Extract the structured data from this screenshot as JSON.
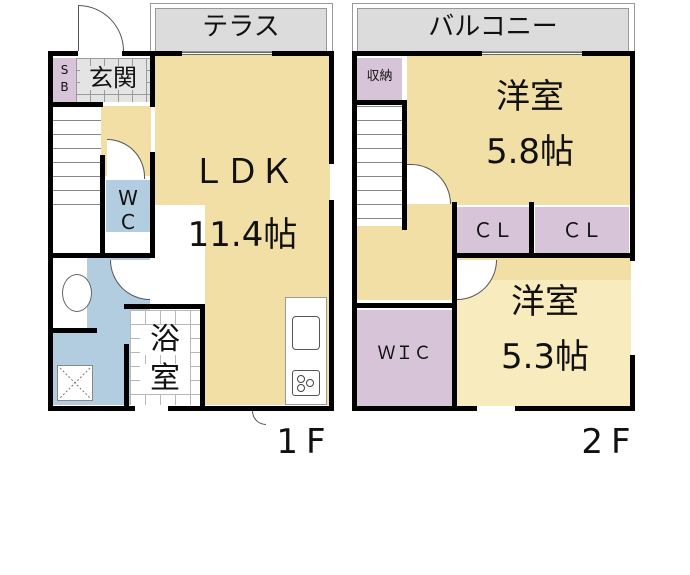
{
  "floor1": {
    "label": "1F",
    "terrace": "テラス",
    "rooms": {
      "sb": "S\nB",
      "entrance": "玄関",
      "ldk_name": "ＬＤＫ",
      "ldk_size": "11.4帖",
      "wc_w": "W",
      "wc_c": "C",
      "bath_1": "浴",
      "bath_2": "室"
    }
  },
  "floor2": {
    "label": "2F",
    "balcony": "バルコニー",
    "rooms": {
      "storage": "収納",
      "western1_name": "洋室",
      "western1_size": "5.8帖",
      "closet1": "ＣＬ",
      "closet2": "ＣＬ",
      "wic": "ＷＩＣ",
      "western2_name": "洋室",
      "western2_size": "5.3帖"
    }
  },
  "colors": {
    "wall": "#000000",
    "living_floor": "#f2dfa6",
    "room_floor_light": "#f8ecbf",
    "closet": "#d8c4d8",
    "wet_area": "#b3cde0",
    "terrace": "#dcdcdc",
    "entrance": "#e4e4e4"
  }
}
